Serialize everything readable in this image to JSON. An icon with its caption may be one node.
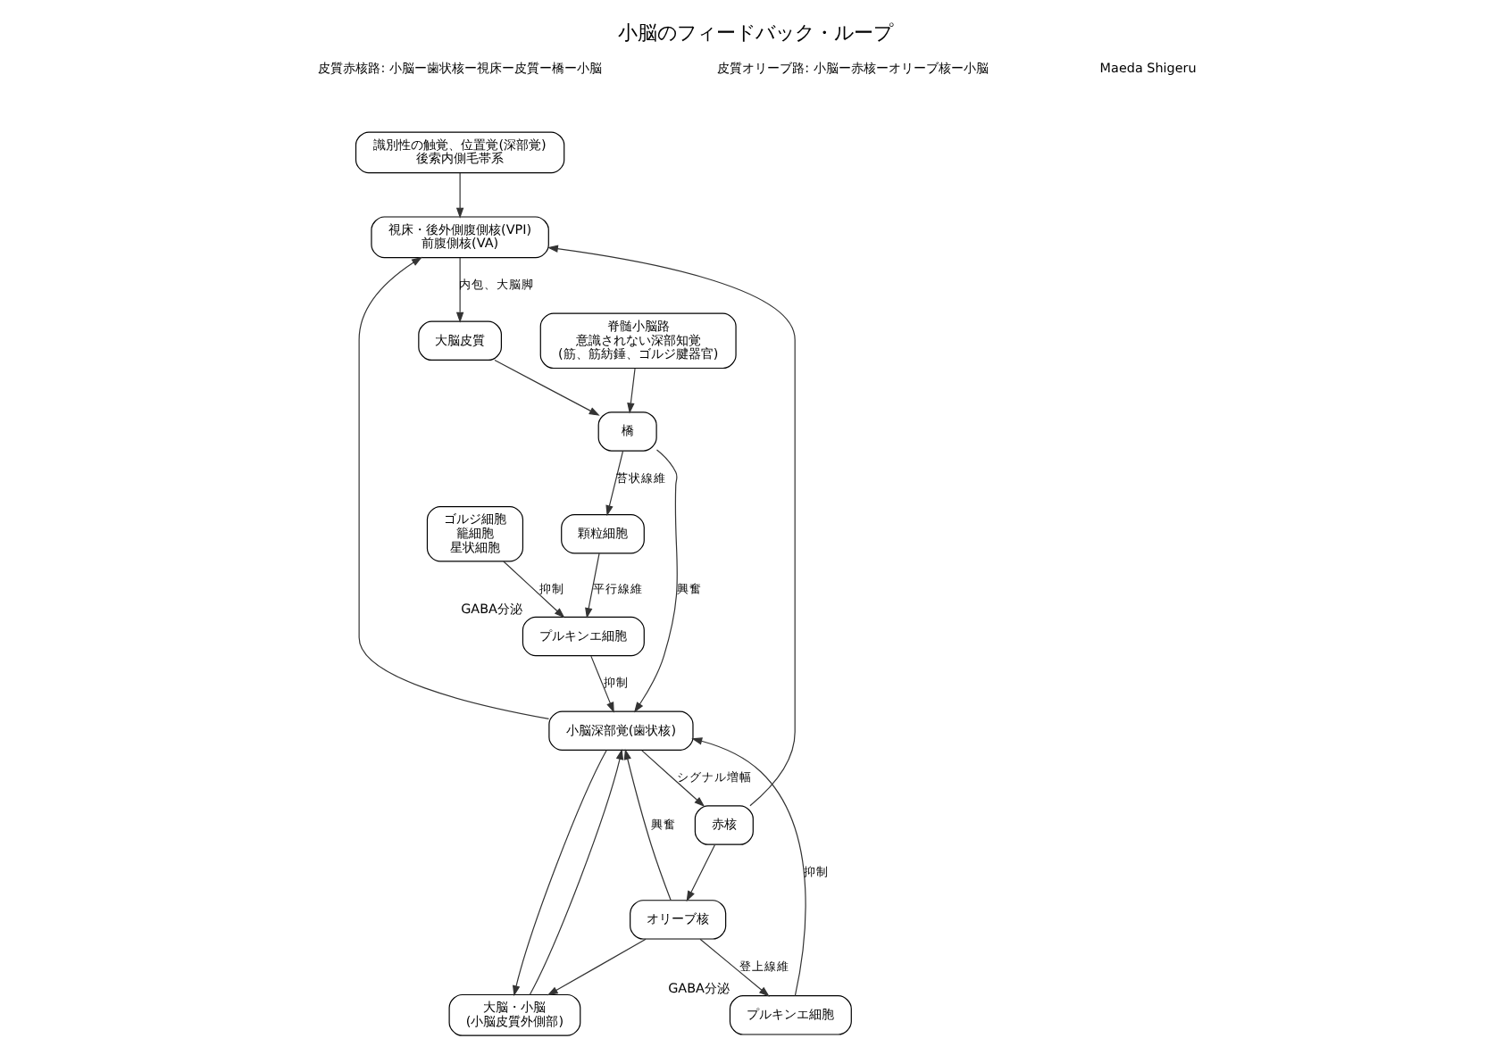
{
  "diagram": {
    "title": "小脳のフィードバック・ループ",
    "nodes": [
      {
        "text": [
          "識別性の触覚、位置覚(深部覚)",
          "後索内側毛帯系"
        ]
      },
      {
        "text": [
          "視床・後外側腹側核(VPI)",
          "前腹側核(VA)"
        ]
      },
      {
        "text": [
          "大脳皮質"
        ]
      },
      {
        "text": [
          "赤核"
        ]
      },
      {
        "text": [
          "橋"
        ]
      },
      {
        "text": [
          "小脳深部覚(歯状核)"
        ]
      },
      {
        "text": [
          "オリーブ核"
        ]
      },
      {
        "text": [
          "プルキンエ細胞"
        ],
        "beside": [
          "GABA分泌"
        ]
      },
      {
        "text": [
          "プルキンエ細胞"
        ],
        "beside": [
          "GABA分泌"
        ]
      },
      {
        "text": [
          "ゴルジ細胞",
          "籠細胞",
          "星状細胞"
        ]
      },
      {
        "text": [
          "脊髄小脳路",
          "意識されない深部知覚",
          "(筋、筋紡錘、ゴルジ腱器官)"
        ]
      },
      {
        "text": [
          "顆粒細胞"
        ]
      },
      {
        "text": [
          "大脳・小脳",
          "(小脳皮質外側部)"
        ]
      }
    ],
    "edges": [
      {
        "from": 0,
        "to": 1,
        "arrow": "to"
      },
      {
        "from": 3,
        "to": 1,
        "arrow": "to"
      },
      {
        "from": 1,
        "to": 2,
        "arrow": "to",
        "label": "内包、大脳脚"
      },
      {
        "from": 2,
        "to": 4,
        "arrow": "to"
      },
      {
        "from": 4,
        "to": 5,
        "arrow": "to",
        "label": "興奮"
      },
      {
        "from": 4,
        "to": 11,
        "arrow": "to",
        "label": "苔状線維"
      },
      {
        "from": 5,
        "to": 3,
        "arrow": "to",
        "label": "シグナル増幅"
      },
      {
        "from": 5,
        "to": 1,
        "arrow": "to"
      },
      {
        "from": 3,
        "to": 6,
        "arrow": "to"
      },
      {
        "from": 6,
        "to": 5,
        "arrow": "to",
        "label": "興奮"
      },
      {
        "from": 6,
        "to": 8,
        "arrow": "to",
        "label": "登上線維"
      },
      {
        "from": 7,
        "to": 5,
        "arrow": "to",
        "label": "抑制"
      },
      {
        "from": 8,
        "to": 5,
        "arrow": "to",
        "label": "抑制"
      },
      {
        "from": 9,
        "to": 7,
        "arrow": "to",
        "label": "抑制"
      },
      {
        "from": 11,
        "to": 7,
        "arrow": "to",
        "label": "平行線維"
      },
      {
        "from": 10,
        "to": 4,
        "arrow": "to"
      },
      {
        "from": 5,
        "to": 12,
        "arrow": "to"
      },
      {
        "from": 12,
        "to": 5,
        "arrow": "to"
      },
      {
        "from": 6,
        "to": 12,
        "arrow": "to"
      }
    ],
    "labels": [
      "皮質赤核路: 小脳ー歯状核ー視床ー皮質ー橋ー小脳",
      "皮質オリーブ路: 小脳ー赤核ーオリーブ核ー小脳",
      "Maeda Shigeru"
    ]
  }
}
